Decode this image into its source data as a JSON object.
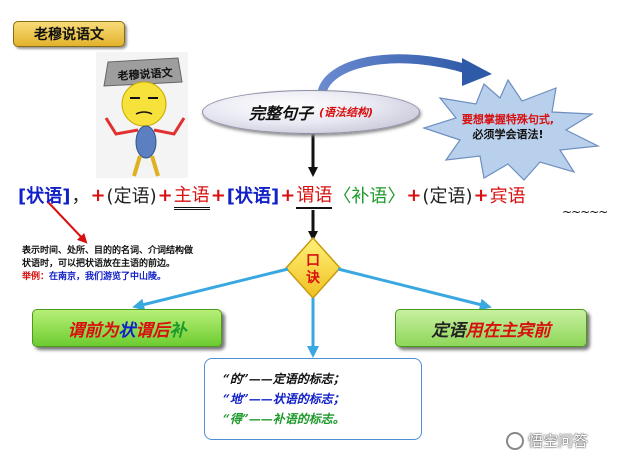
{
  "header": {
    "title": "老穆说语文"
  },
  "cartoon": {
    "hat_text": "老穆说语文"
  },
  "center_oval": {
    "main": "完整句子",
    "sub": "(语法结构)"
  },
  "tip_burst": {
    "line1": "要想掌握特殊句式,",
    "line2": "必须学会语法!"
  },
  "sentence": {
    "parts": [
      "[状语]",
      "，",
      "+",
      "(定语)",
      "+",
      "主语",
      "+",
      "[状语]",
      "+",
      "谓语",
      "〈补语〉",
      "+",
      "(定语)",
      "+",
      "宾语"
    ],
    "tilde": "~~~~~"
  },
  "adverbial_note": {
    "line1": "表示时间、处所、目的的名词、介词结构做",
    "line2": "状语时，可以把状语放在主语的前边。",
    "example_label": "举例：",
    "example_body": "在南京，我们游览了中山陵。"
  },
  "mnemonic": {
    "char1": "口",
    "char2": "诀"
  },
  "rules": {
    "left": [
      "谓前为",
      "状",
      "谓后",
      "补"
    ],
    "right": [
      "定语",
      "用在主宾前"
    ]
  },
  "markers": [
    "“的”——定语的标志；",
    "“地”——状语的标志；",
    "“得”——补语的标志。"
  ],
  "watermark": {
    "text": "悟空问答"
  },
  "colors": {
    "red": "#d81010",
    "blue": "#1220c8",
    "green": "#1d9a2a",
    "arrow_cyan": "#3aa8e0",
    "gold": "#e2b22c"
  }
}
